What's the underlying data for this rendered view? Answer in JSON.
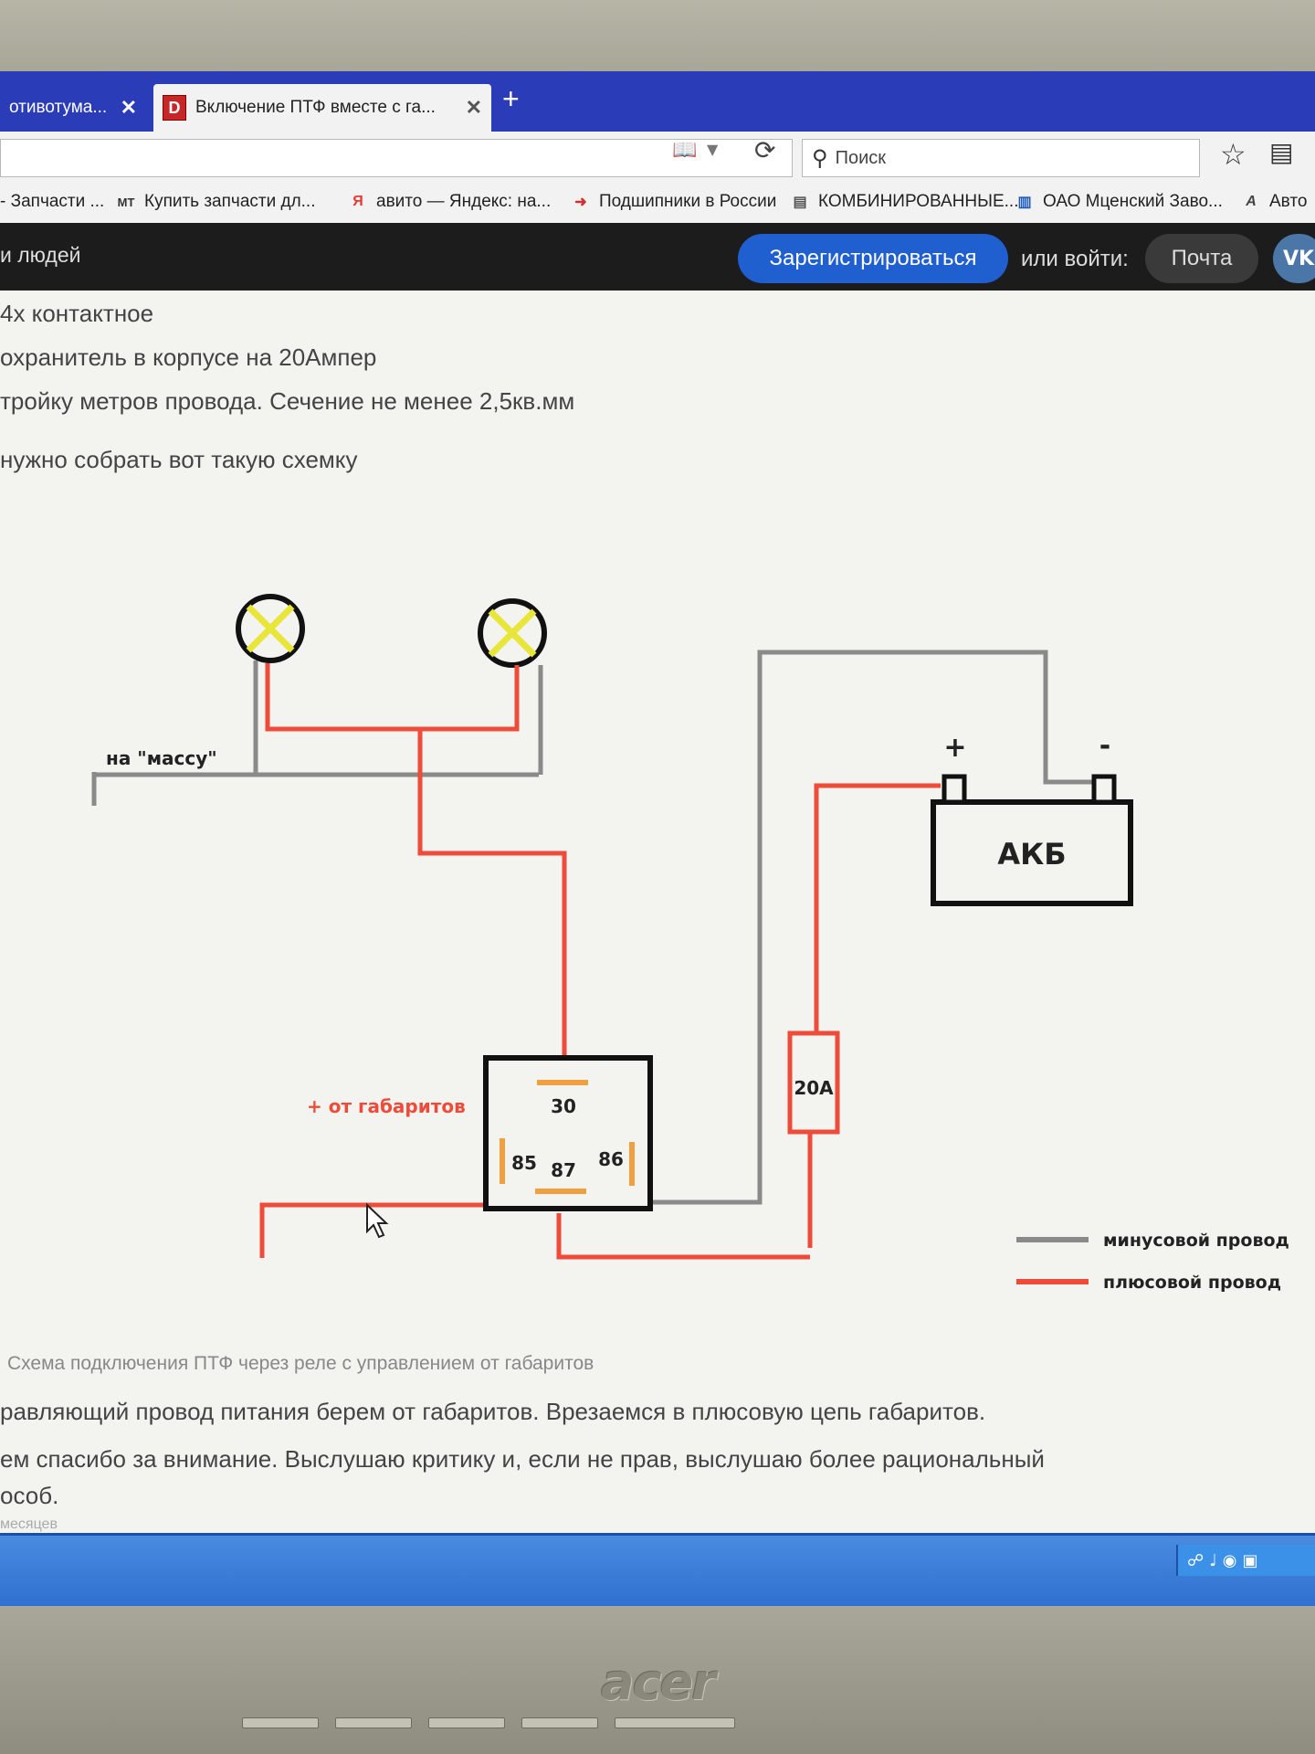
{
  "tabs": {
    "inactive_title": "отивотума...",
    "active_title": "Включение ПТФ вместе с га...",
    "active_favicon": "D",
    "close_icon": "✕",
    "new_tab": "+"
  },
  "navbar": {
    "search_placeholder": "Поиск"
  },
  "bookmarks": [
    {
      "label": "- Запчасти ...",
      "icon": ""
    },
    {
      "label": "Купить запчасти дл...",
      "icon": "МТ"
    },
    {
      "label": "авито — Яндекс: на...",
      "icon": "Я"
    },
    {
      "label": "Подшипники в России",
      "icon": "➜"
    },
    {
      "label": "КОМБИНИРОВАННЫЕ...",
      "icon": "▤"
    },
    {
      "label": "ОАО Мценский Заво...",
      "icon": "▥"
    },
    {
      "label": "Авто",
      "icon": "А"
    }
  ],
  "site_header": {
    "tagline": "и людей",
    "register_label": "Зарегистрироваться",
    "or_login": "или войти:",
    "mail_label": "Почта",
    "vk_label": "VK"
  },
  "article": {
    "lines_top": [
      "4х контактное",
      "охранитель в корпусе на 20Ампер",
      "тройку метров провода. Сечение не менее 2,5кв.мм",
      "нужно собрать вот такую схемку"
    ],
    "caption": "Схема подключения ПТФ через реле с управлением от габаритов",
    "lines_bottom": [
      "равляющий провод питания берем от габаритов. Врезаемся в плюсовую цепь габаритов.",
      "ем спасибо за внимание. Выслушаю критику и, если не прав, выслушаю более рациональный",
      "особ."
    ],
    "ago": "месяцев"
  },
  "diagram": {
    "ground_label": "на \"массу\"",
    "battery_label": "АКБ",
    "battery_plus": "+",
    "battery_minus": "-",
    "fuse_label": "20А",
    "relay_pins": {
      "p30": "30",
      "p85": "85",
      "p86": "86",
      "p87": "87"
    },
    "from_sidelights_label": "+ от габаритов",
    "legend": {
      "minus": "минусовой провод",
      "plus": "плюсовой провод"
    },
    "colors": {
      "minus": "#8a8a8a",
      "plus": "#ee4b3a",
      "lamp": "#e8e63a",
      "orange_contact": "#f0a040"
    }
  },
  "bezel": {
    "brand": "acer"
  }
}
